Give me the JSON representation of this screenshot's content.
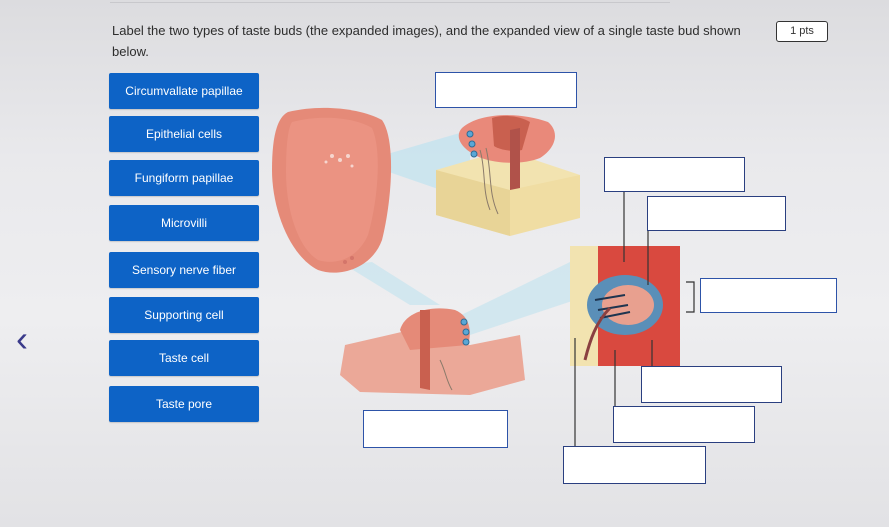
{
  "question": {
    "prompt": "Label the two types of taste buds (the expanded images), and the expanded view of a single taste bud shown below.",
    "points": "1 pts"
  },
  "labels": [
    "Circumvallate papillae",
    "Epithelial cells",
    "Fungiform papillae",
    "Microvilli",
    "Sensory nerve fiber",
    "Supporting cell",
    "Taste cell",
    "Taste pore"
  ],
  "icons": {
    "back": "chevron-left-icon"
  },
  "colors": {
    "chip": "#0d63c6",
    "drop_border": "#2d53a8",
    "tongue": "#e58a78",
    "tissue": "#f2e3b0"
  }
}
